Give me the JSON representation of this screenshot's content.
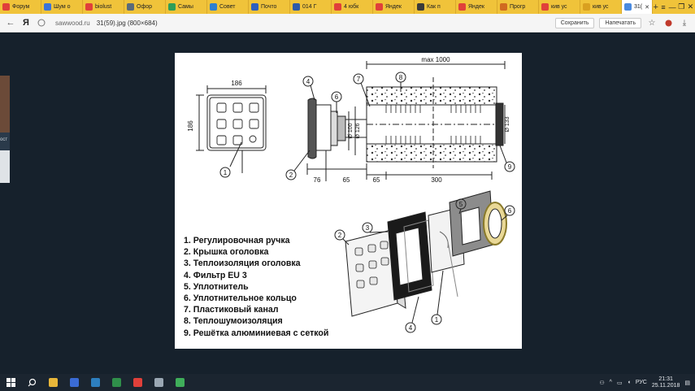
{
  "browser": {
    "tabs": [
      {
        "label": "Форум",
        "color": "#e0403a"
      },
      {
        "label": "Шум о",
        "color": "#3b73d9"
      },
      {
        "label": "biolust",
        "color": "#e0403a"
      },
      {
        "label": "Офор",
        "color": "#5a6a7a"
      },
      {
        "label": "Самы",
        "color": "#2e9e58"
      },
      {
        "label": "Совет",
        "color": "#2f7fcf"
      },
      {
        "label": "Почто",
        "color": "#2d5fbf"
      },
      {
        "label": "014 Г",
        "color": "#2e5aa8"
      },
      {
        "label": "4 юбк",
        "color": "#e0403a"
      },
      {
        "label": "Яндек",
        "color": "#e0403a"
      },
      {
        "label": "Как п",
        "color": "#3a3a3a"
      },
      {
        "label": "Яндек",
        "color": "#e0403a"
      },
      {
        "label": "Прогр",
        "color": "#d06a20"
      },
      {
        "label": "кив ус",
        "color": "#e0403a"
      },
      {
        "label": "кив ус",
        "color": "#d9a020"
      }
    ],
    "active_tab": {
      "label": "31(",
      "color": "#4a8adf"
    },
    "new_tab_label": "+",
    "window_controls": {
      "menu": "≡",
      "minimize": "—",
      "maximize": "❐",
      "close": "✕"
    },
    "nav": {
      "back": "←",
      "logo": "Я"
    },
    "address": {
      "host": "sawwood.ru",
      "path": "31(59).jpg (800×684)"
    },
    "buttons": {
      "save": "Сохранить",
      "print": "Напечатать"
    }
  },
  "diagram": {
    "dimensions": {
      "width_186": "186",
      "height_186": "186",
      "d76": "76",
      "d65a": "65",
      "d65b": "65",
      "d300": "300",
      "max": "max 1000",
      "d100": "Ø 100",
      "d126": "Ø 126",
      "d133": "Ø 133"
    },
    "callouts": [
      "1",
      "2",
      "4",
      "6",
      "7",
      "8",
      "9",
      "2",
      "3",
      "4",
      "5",
      "6",
      "1"
    ],
    "legend": [
      "1. Регулировочная ручка",
      "2. Крышка оголовка",
      "3. Теплоизоляция оголовка",
      "4. Фильтр  EU 3",
      "5. Уплотнитель",
      "6. Уплотнительное кольцо",
      "7. Пластиковый канал",
      "8. Теплошумоизоляция",
      "9. Решётка алюминиевая с сеткой"
    ]
  },
  "taskbar": {
    "apps": [
      {
        "name": "start",
        "color": "#ffffff"
      },
      {
        "name": "search",
        "color": "#ffffff"
      },
      {
        "name": "explorer",
        "color": "#e8b73a"
      },
      {
        "name": "word",
        "color": "#3a6bd4"
      },
      {
        "name": "photoshop",
        "color": "#2d7fbf"
      },
      {
        "name": "excel",
        "color": "#2f8f4a"
      },
      {
        "name": "yandex",
        "color": "#e0403a"
      },
      {
        "name": "app",
        "color": "#9aa7b3"
      },
      {
        "name": "app2",
        "color": "#3fae5a"
      }
    ],
    "lang": "РУС",
    "time": "21:31",
    "date": "25.11.2018"
  }
}
